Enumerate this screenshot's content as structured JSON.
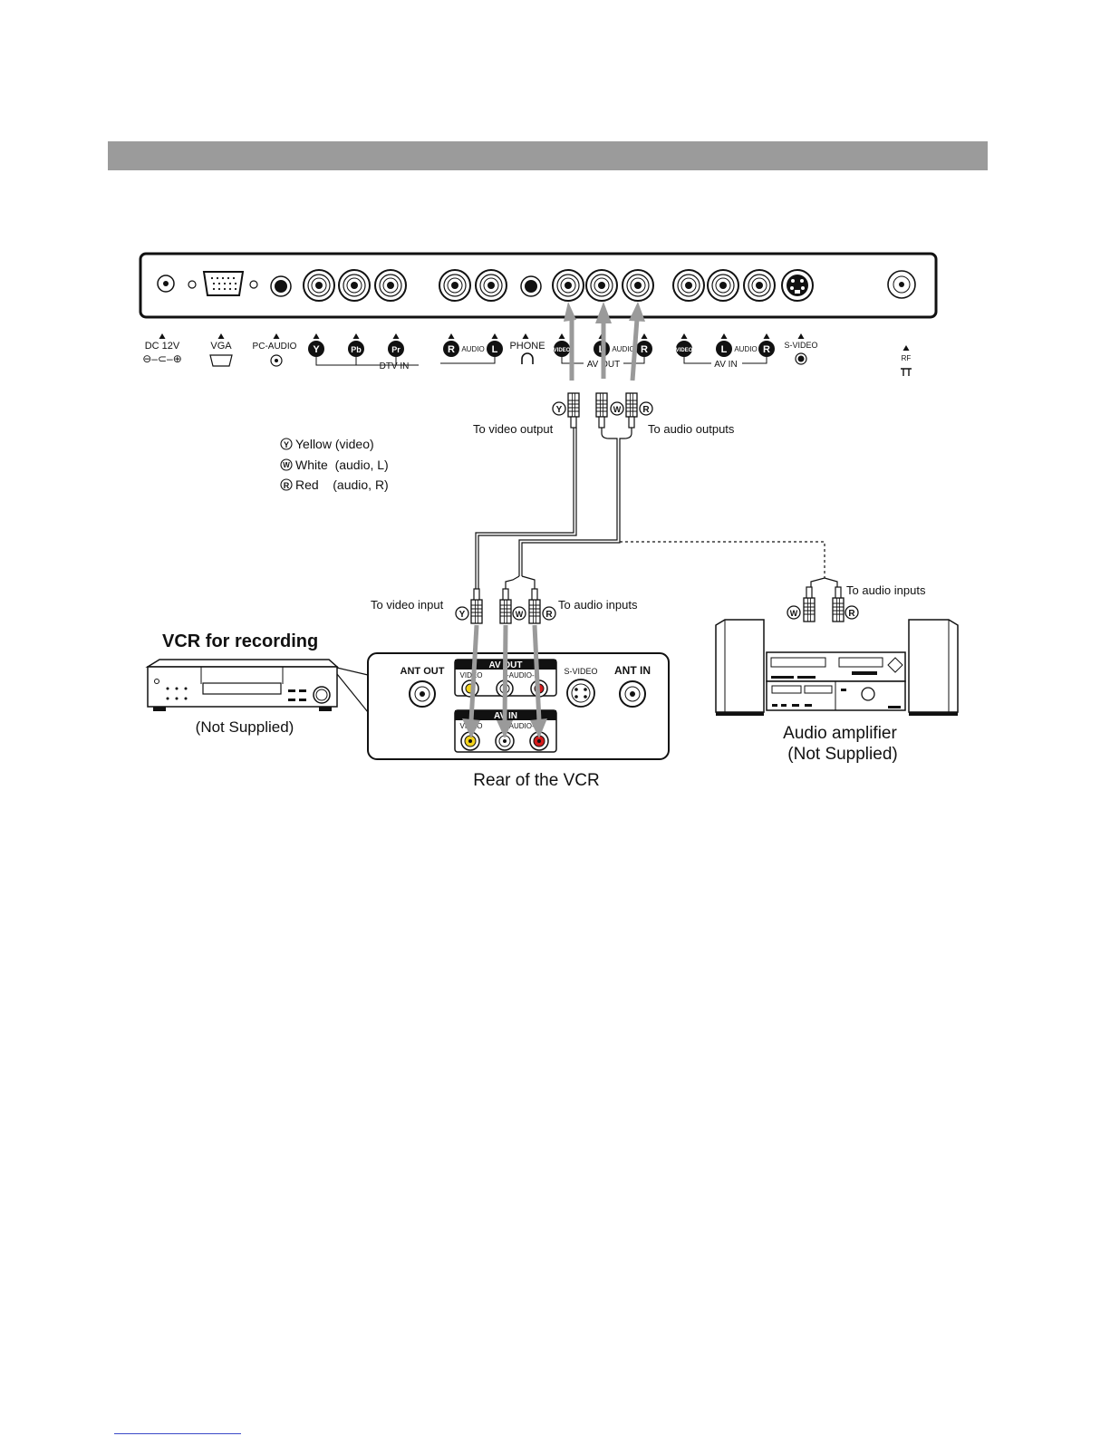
{
  "tv_panel": {
    "dc": "DC 12V",
    "vga": "VGA",
    "pc_audio": "PC-AUDIO",
    "y": "Y",
    "pb": "Pb",
    "pr": "Pr",
    "dtv_in": "DTV IN",
    "r": "R",
    "l": "L",
    "audio": "AUDIO",
    "phone": "PHONE",
    "video": "VIDEO",
    "av_out": "AV OUT",
    "av_in": "AV IN",
    "s_video": "S-VIDEO",
    "rf": "RF"
  },
  "plugs": {
    "y_mark": "Y",
    "w_mark": "W",
    "r_mark": "R",
    "to_video_output": "To video output",
    "to_audio_outputs": "To audio outputs",
    "to_video_input": "To video input",
    "to_audio_inputs_vcr": "To audio inputs",
    "to_audio_inputs_amp": "To audio inputs"
  },
  "legend": {
    "yellow": "Yellow (video)",
    "white": "White  (audio, L)",
    "red": "Red    (audio, R)"
  },
  "vcr": {
    "title": "VCR for recording",
    "not_supplied": "(Not Supplied)",
    "ant_out": "ANT OUT",
    "ant_in": "ANT IN",
    "av_out": "AV OUT",
    "av_in": "AV IN",
    "video": "VIDEO",
    "audio": "L-AUDIO-R",
    "s_video": "S-VIDEO",
    "rear_caption": "Rear of the VCR"
  },
  "amplifier": {
    "caption_line1": "Audio amplifier",
    "caption_line2": "(Not Supplied)"
  },
  "colors": {
    "yellow_jack": "#f2d21b",
    "red_jack": "#d41c1c",
    "arrow_gray": "#9a9a9a",
    "title_bar": "#9b9b9b"
  }
}
